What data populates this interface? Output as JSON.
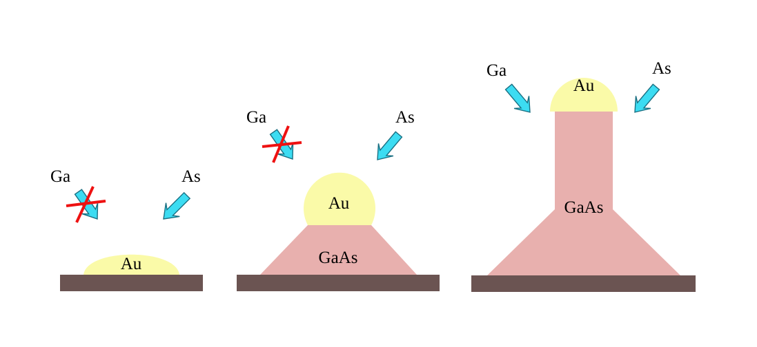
{
  "panels": [
    {
      "droplet_label": "Au",
      "ga_label": "Ga",
      "as_label": "As",
      "ga_blocked": true
    },
    {
      "droplet_label": "Au",
      "crystal_label": "GaAs",
      "ga_label": "Ga",
      "as_label": "As",
      "ga_blocked": true
    },
    {
      "droplet_label": "Au",
      "crystal_label": "GaAs",
      "ga_label": "Ga",
      "as_label": "As",
      "ga_blocked": false
    }
  ],
  "colors": {
    "substrate": "#6b5452",
    "gaas": "#e8b0ae",
    "au_droplet": "#fafaa8",
    "flux_arrow": "#3cdcf2",
    "blocked_cross": "#ee1111"
  },
  "icons": {
    "flux_arrow": "arrow-icon",
    "blocked": "cross-icon"
  }
}
